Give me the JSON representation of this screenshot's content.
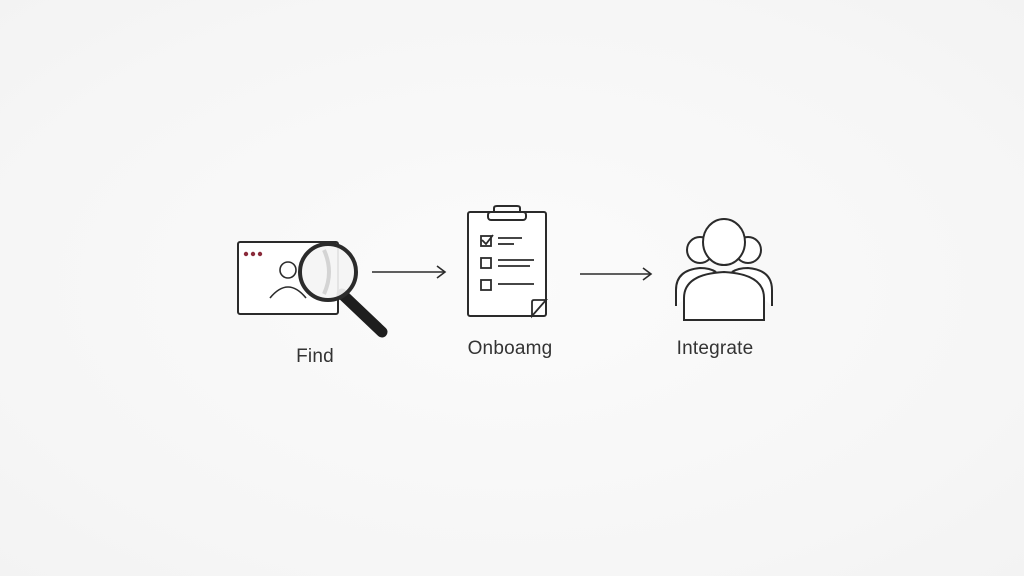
{
  "steps": [
    {
      "label": "Find",
      "icon": "browser-magnifier-icon"
    },
    {
      "label": "Onboamg",
      "icon": "clipboard-checklist-icon"
    },
    {
      "label": "Integrate",
      "icon": "team-group-icon"
    }
  ],
  "colors": {
    "stroke": "#2b2b2b",
    "background": "#f8f8f8",
    "text": "#333333",
    "window_dots": "#8a2a3a"
  }
}
